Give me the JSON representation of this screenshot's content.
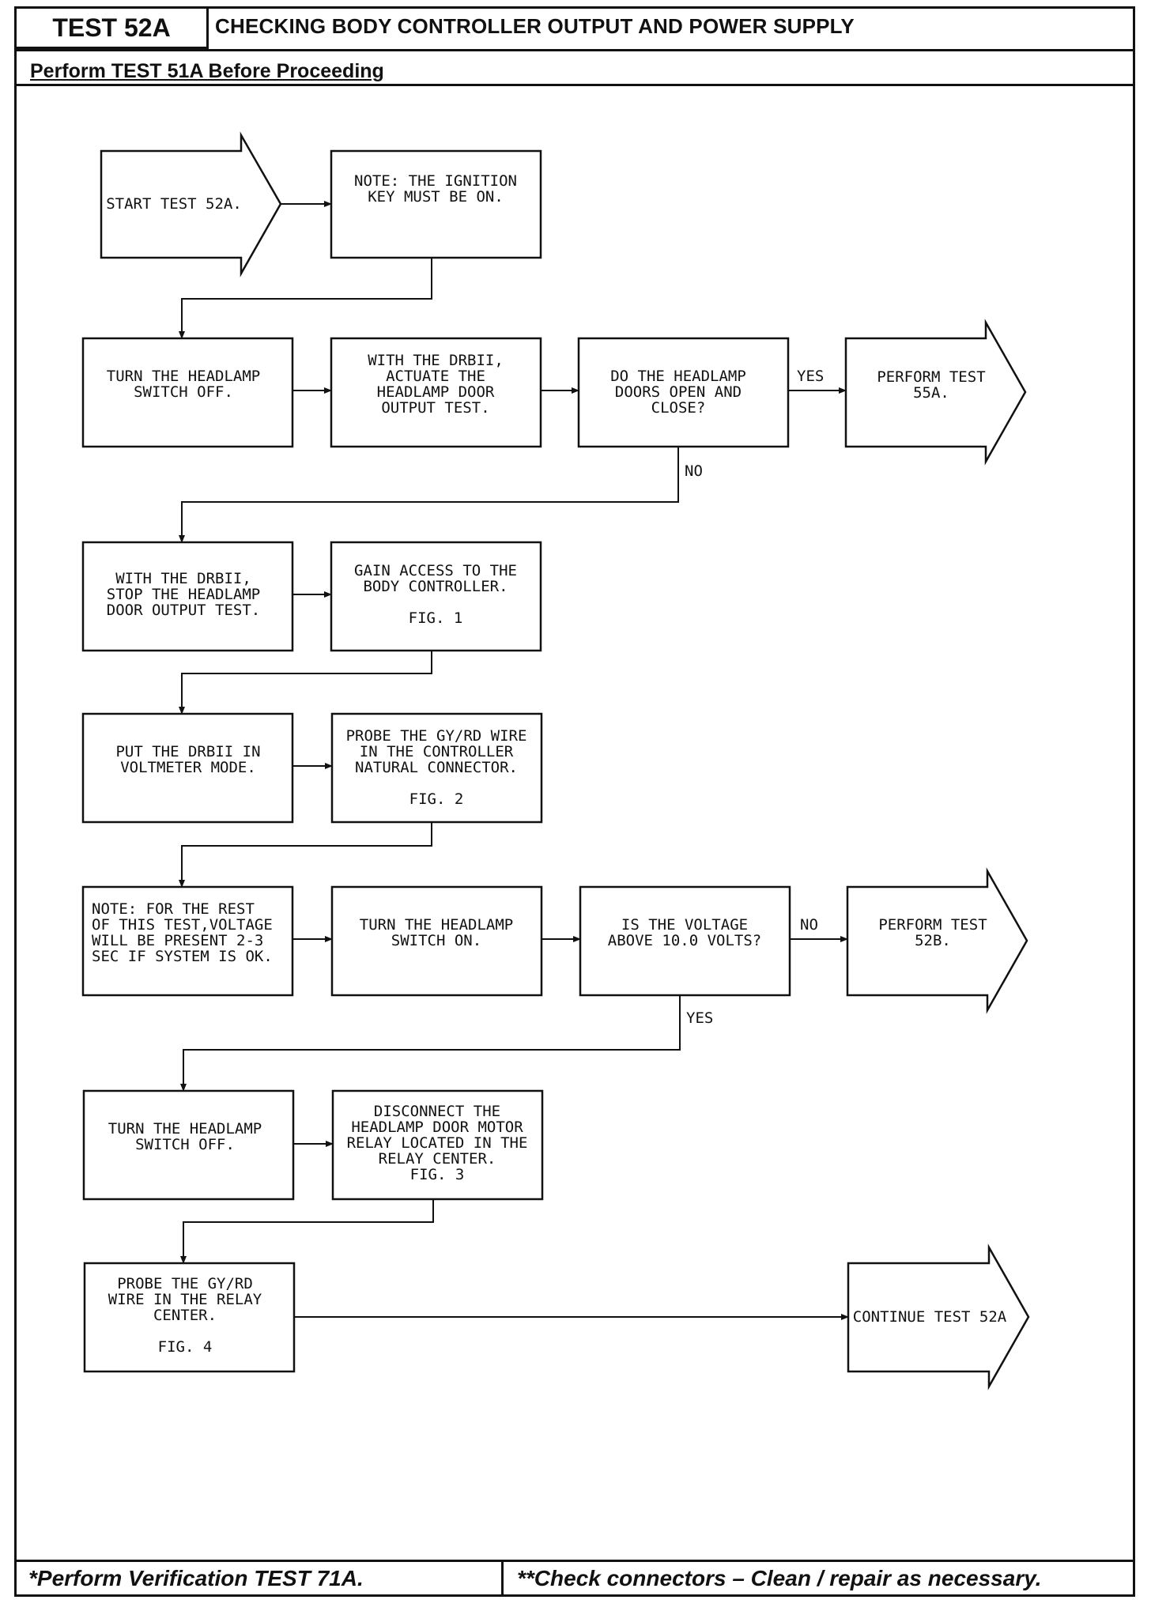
{
  "header": {
    "test_id": "TEST 52A",
    "title": "CHECKING BODY CONTROLLER OUTPUT AND POWER SUPPLY",
    "prerequisite": "Perform TEST 51A Before Proceeding"
  },
  "footer": {
    "left": "*Perform Verification TEST 71A.",
    "right": "**Check connectors – Clean / repair as necessary."
  },
  "flowchart": {
    "nodes": {
      "start": [
        "START TEST 52A."
      ],
      "note_ignition": [
        "NOTE: THE IGNITION",
        "KEY MUST BE ON."
      ],
      "turn_off_1": [
        "TURN THE HEADLAMP",
        "SWITCH OFF."
      ],
      "actuate": [
        "WITH THE DRBII,",
        "ACTUATE THE",
        "HEADLAMP DOOR",
        "OUTPUT TEST."
      ],
      "q_doors": [
        "DO THE HEADLAMP",
        "DOORS OPEN AND",
        "CLOSE?"
      ],
      "perform_55a": [
        "PERFORM TEST",
        "55A."
      ],
      "stop_test": [
        "WITH THE DRBII,",
        "STOP THE HEADLAMP",
        "DOOR OUTPUT TEST."
      ],
      "gain_access": [
        "GAIN ACCESS TO THE",
        "BODY CONTROLLER.",
        "",
        "FIG. 1"
      ],
      "voltmeter": [
        "PUT THE DRBII IN",
        "VOLTMETER MODE."
      ],
      "probe_controller": [
        "PROBE THE GY/RD WIRE",
        "IN THE CONTROLLER",
        "NATURAL CONNECTOR.",
        "",
        "FIG. 2"
      ],
      "note_voltage": [
        "NOTE:  FOR THE REST",
        "OF THIS TEST,VOLTAGE",
        "WILL BE PRESENT 2-3",
        "SEC IF SYSTEM IS OK."
      ],
      "turn_on": [
        "TURN THE HEADLAMP",
        "SWITCH ON."
      ],
      "q_voltage": [
        "IS THE VOLTAGE",
        "ABOVE 10.0 VOLTS?"
      ],
      "perform_52b": [
        "PERFORM TEST",
        "52B."
      ],
      "turn_off_2": [
        "TURN THE HEADLAMP",
        "SWITCH OFF."
      ],
      "disconnect": [
        "DISCONNECT THE",
        "HEADLAMP DOOR MOTOR",
        "RELAY LOCATED IN THE",
        "RELAY CENTER.",
        "FIG. 3"
      ],
      "probe_relay": [
        "PROBE THE GY/RD",
        "WIRE IN THE RELAY",
        "CENTER.",
        "",
        "FIG. 4"
      ],
      "continue": [
        "CONTINUE TEST 52A"
      ]
    },
    "branch_labels": {
      "doors_yes": "YES",
      "doors_no": "NO",
      "voltage_no": "NO",
      "voltage_yes": "YES"
    }
  }
}
